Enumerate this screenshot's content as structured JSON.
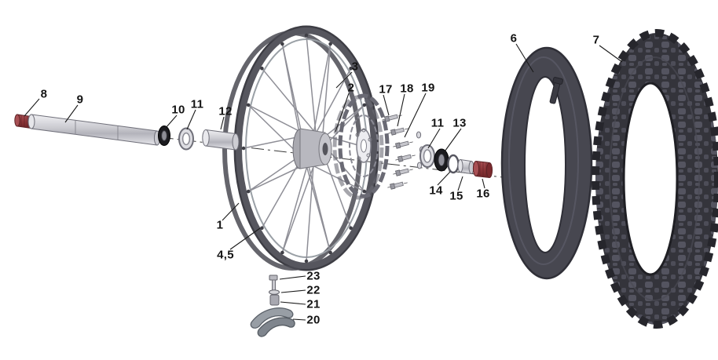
{
  "diagram": {
    "labels": [
      {
        "text": "8"
      },
      {
        "text": "9"
      },
      {
        "text": "10"
      },
      {
        "text": "11"
      },
      {
        "text": "12"
      },
      {
        "text": "3"
      },
      {
        "text": "2"
      },
      {
        "text": "17"
      },
      {
        "text": "18"
      },
      {
        "text": "19"
      },
      {
        "text": "6"
      },
      {
        "text": "7"
      },
      {
        "text": "11"
      },
      {
        "text": "13"
      },
      {
        "text": "14"
      },
      {
        "text": "15"
      },
      {
        "text": "16"
      },
      {
        "text": "1"
      },
      {
        "text": "4,5"
      },
      {
        "text": "23"
      },
      {
        "text": "22"
      },
      {
        "text": "21"
      },
      {
        "text": "20"
      }
    ],
    "colors": {
      "leader_line": "#1a1a1a",
      "anodized_red": "#8c3538",
      "metal": "#d6d6db",
      "tire_rubber": "#34343b",
      "tube_rubber": "#474750",
      "rim": "#56565e"
    }
  }
}
